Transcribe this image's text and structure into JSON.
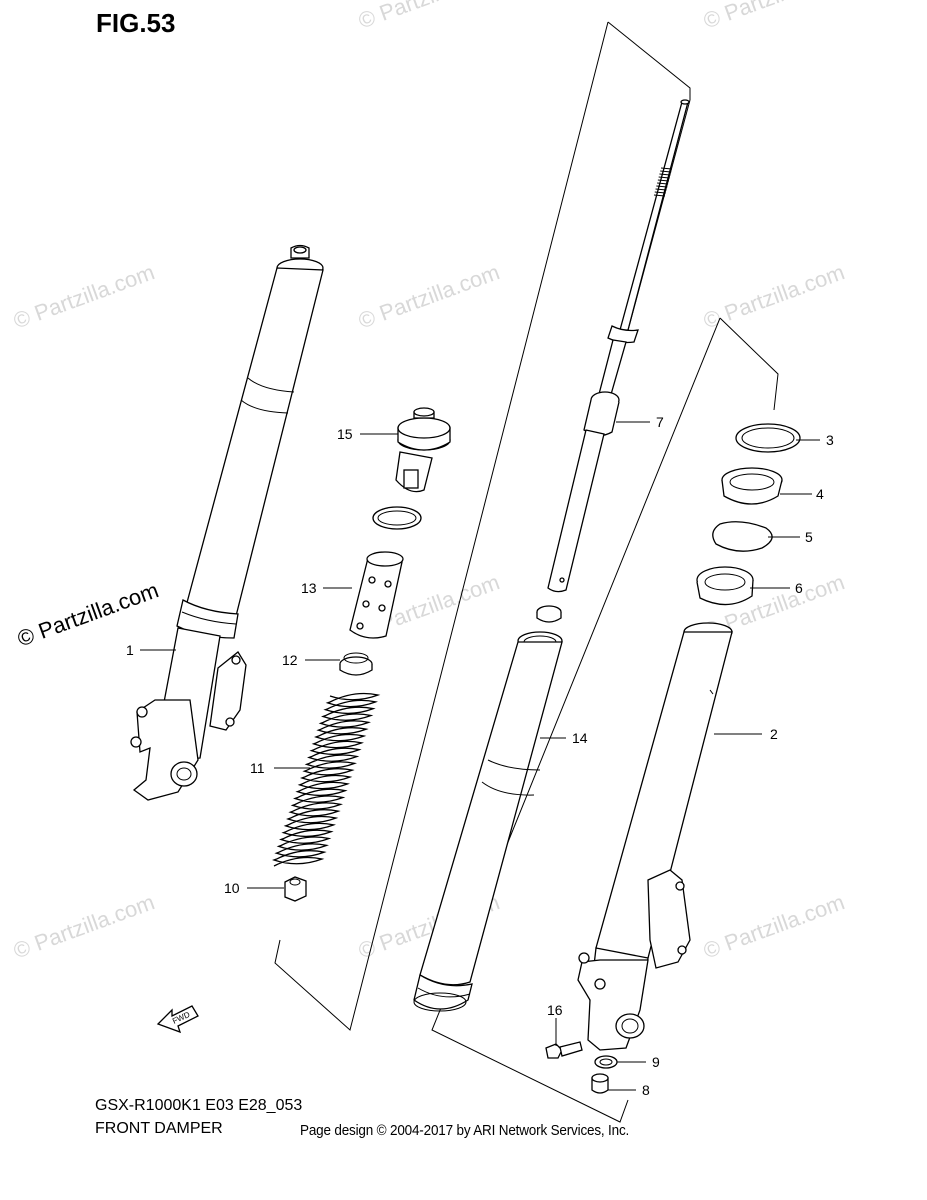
{
  "figure": {
    "title": "FIG.53",
    "model_code": "GSX-R1000K1 E03 E28_053",
    "part_group": "FRONT DAMPER",
    "copyright": "Page design © 2004-2017 by ARI Network Services, Inc."
  },
  "watermark": "© Partzilla.com",
  "fwd_label": "FWD",
  "callouts": [
    {
      "id": "c1",
      "label": "1"
    },
    {
      "id": "c2",
      "label": "2"
    },
    {
      "id": "c3",
      "label": "3"
    },
    {
      "id": "c4",
      "label": "4"
    },
    {
      "id": "c5",
      "label": "5"
    },
    {
      "id": "c6",
      "label": "6"
    },
    {
      "id": "c7",
      "label": "7"
    },
    {
      "id": "c8",
      "label": "8"
    },
    {
      "id": "c9",
      "label": "9"
    },
    {
      "id": "c10",
      "label": "10"
    },
    {
      "id": "c11",
      "label": "11"
    },
    {
      "id": "c12",
      "label": "12"
    },
    {
      "id": "c13",
      "label": "13"
    },
    {
      "id": "c14",
      "label": "14"
    },
    {
      "id": "c15",
      "label": "15"
    },
    {
      "id": "c16",
      "label": "16"
    }
  ]
}
